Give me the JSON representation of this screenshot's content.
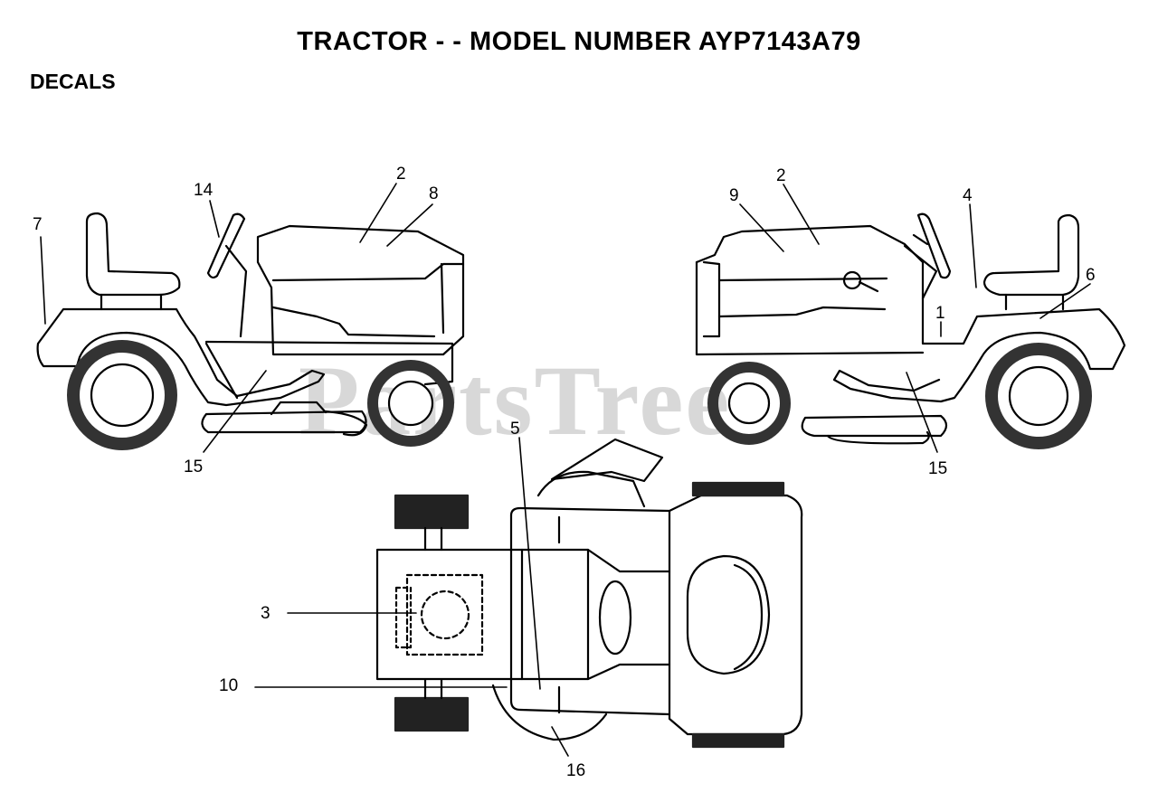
{
  "header": {
    "title": "TRACTOR - - MODEL NUMBER AYP7143A79",
    "section": "DECALS"
  },
  "watermark": "PartsTree",
  "callouts": [
    {
      "id": "c7",
      "label": "7"
    },
    {
      "id": "c14",
      "label": "14"
    },
    {
      "id": "c2a",
      "label": "2"
    },
    {
      "id": "c8",
      "label": "8"
    },
    {
      "id": "c15a",
      "label": "15"
    },
    {
      "id": "c9",
      "label": "9"
    },
    {
      "id": "c2b",
      "label": "2"
    },
    {
      "id": "c4",
      "label": "4"
    },
    {
      "id": "c6",
      "label": "6"
    },
    {
      "id": "c1",
      "label": "1"
    },
    {
      "id": "c15b",
      "label": "15"
    },
    {
      "id": "c5",
      "label": "5"
    },
    {
      "id": "c3",
      "label": "3"
    },
    {
      "id": "c10",
      "label": "10"
    },
    {
      "id": "c16",
      "label": "16"
    }
  ]
}
